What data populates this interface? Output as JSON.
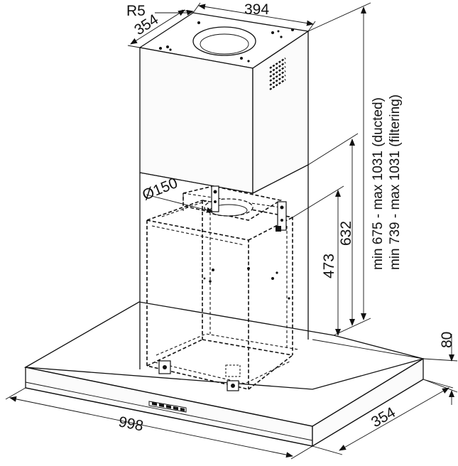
{
  "drawing": {
    "dimensions": {
      "radius": "R5",
      "top_depth": "354",
      "top_width": "394",
      "outlet_diameter": "Ø150",
      "chimney_range_ducted": "min 675 - max 1031 (ducted)",
      "chimney_range_filtering": "min 739 - max 1031 (filtering)",
      "upper_height": "632",
      "lower_height": "473",
      "canopy_thickness": "80",
      "canopy_width": "998",
      "canopy_depth": "354"
    }
  }
}
